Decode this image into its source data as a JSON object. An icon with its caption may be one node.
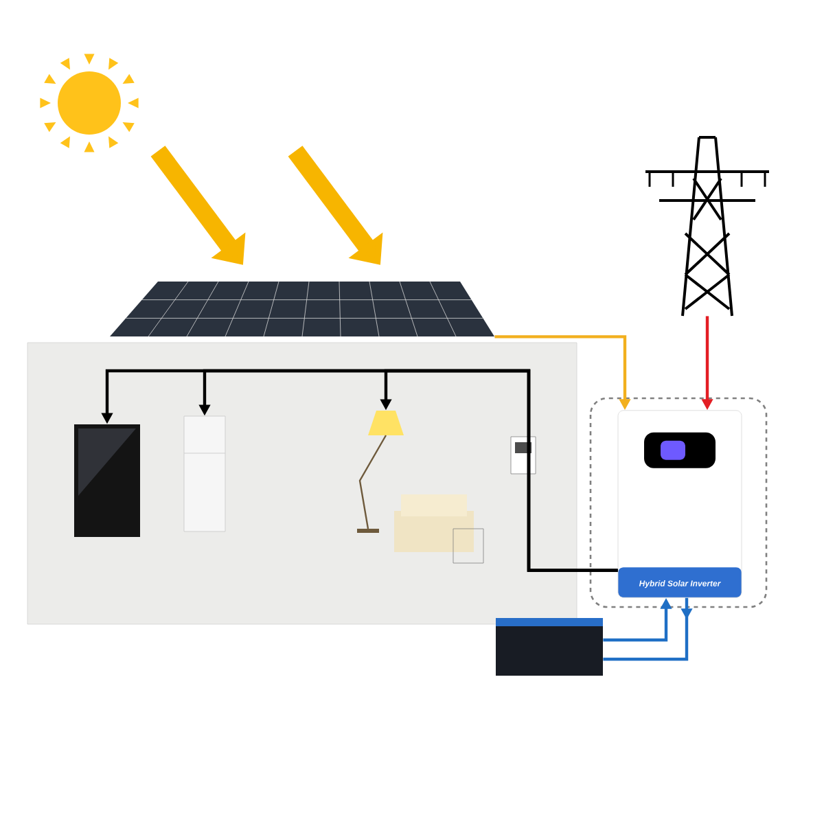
{
  "diagram": {
    "nodes": [
      {
        "text": [],
        "shape": "picture"
      },
      {
        "text": [],
        "shape": "picture"
      },
      {
        "text": [],
        "shape": "box"
      },
      {
        "text": [],
        "shape": "picture",
        "in": 2
      },
      {
        "text": [],
        "shape": "picture",
        "in": 2
      },
      {
        "text": [],
        "shape": "picture",
        "in": 2
      },
      {
        "text": [],
        "shape": "picture"
      },
      {
        "text": [
          "Hybrid Solar Inverter"
        ]
      },
      {
        "text": [],
        "shape": "picture"
      }
    ],
    "edges": [
      {
        "from": 1,
        "to": 7,
        "arrow": "to",
        "color": "#f2b01e"
      },
      {
        "from": 6,
        "to": 7,
        "arrow": "to",
        "color": "#e31e24"
      },
      {
        "from": 7,
        "to": 3,
        "arrow": "to"
      },
      {
        "from": 7,
        "to": 4,
        "arrow": "to"
      },
      {
        "from": 7,
        "to": 5,
        "arrow": "to"
      },
      {
        "from": 8,
        "to": 7,
        "arrow": "to",
        "color": "#1f6fc5"
      },
      {
        "from": 7,
        "to": 8,
        "arrow": "to",
        "color": "#1f6fc5"
      }
    ]
  }
}
